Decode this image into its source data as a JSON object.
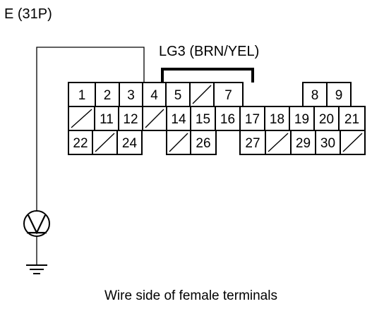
{
  "diagram": {
    "connector_label": "E (31P)",
    "wire_label": "LG3 (BRN/YEL)",
    "caption": "Wire side of female terminals",
    "meter_symbol": "voltmeter-icon",
    "ground_symbol": "ground-icon",
    "rows": [
      [
        "1",
        "2",
        "3",
        "4",
        "5",
        "",
        "7",
        "",
        "8",
        "9"
      ],
      [
        "",
        "11",
        "12",
        "",
        "14",
        "15",
        "16",
        "17",
        "18",
        "19",
        "20",
        "21"
      ],
      [
        "22",
        "",
        "24",
        "",
        "26",
        "27",
        "",
        "29",
        "30",
        ""
      ]
    ]
  }
}
